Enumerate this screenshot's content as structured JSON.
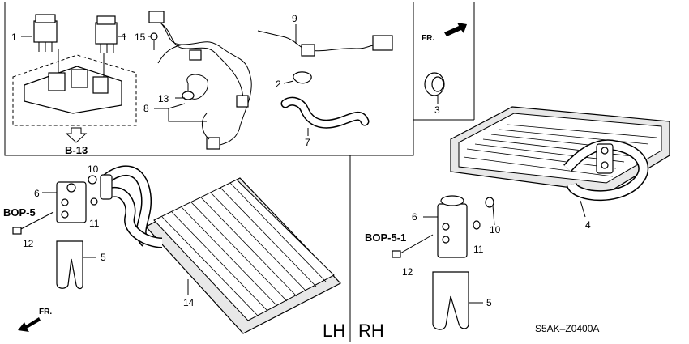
{
  "callouts": {
    "n1a": "1",
    "n1b": "1",
    "n15": "15",
    "n9": "9",
    "n2": "2",
    "n13": "13",
    "n8": "8",
    "n7": "7",
    "n3": "3",
    "n10a": "10",
    "n6a": "6",
    "n11a": "11",
    "n12a": "12",
    "n5a": "5",
    "n14": "14",
    "n4": "4",
    "n6b": "6",
    "n10b": "10",
    "n11b": "11",
    "n12b": "12",
    "n5b": "5"
  },
  "references": {
    "b13": "B-13",
    "bop5": "BOP-5",
    "bop51": "BOP-5-1"
  },
  "direction": {
    "fr_top": "FR.",
    "fr_bottom": "FR."
  },
  "sides": {
    "lh": "LH",
    "rh": "RH"
  },
  "diagram_code": "S5AK–Z0400A"
}
